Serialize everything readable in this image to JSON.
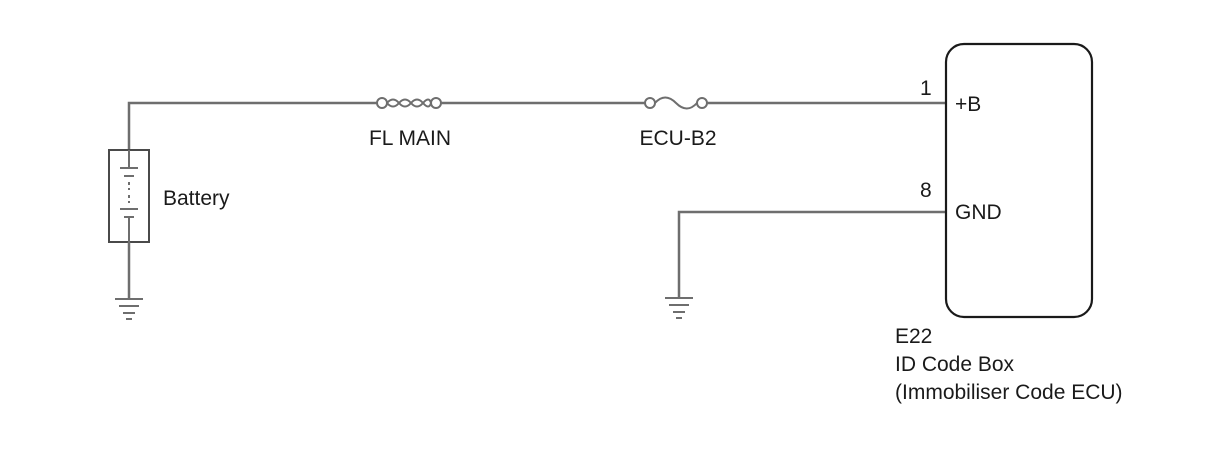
{
  "battery": {
    "label": "Battery"
  },
  "fuses": [
    {
      "label": "FL MAIN"
    },
    {
      "label": "ECU-B2"
    }
  ],
  "ecu": {
    "code": "E22",
    "name": "ID Code Box",
    "subname": "(Immobiliser Code ECU)",
    "pins": [
      {
        "number": "1",
        "name": "+B"
      },
      {
        "number": "8",
        "name": "GND"
      }
    ]
  },
  "colors": {
    "wire": "#6e6e6e",
    "outline": "#1a1a1a",
    "text": "#1a1a1a"
  }
}
